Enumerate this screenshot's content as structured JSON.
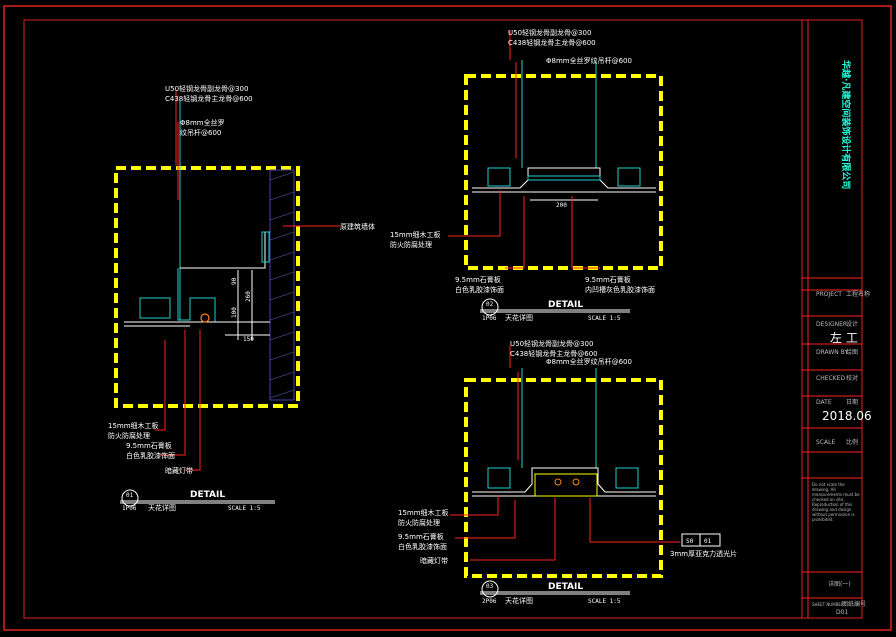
{
  "detail01": {
    "label_top1": "U50轻钢龙骨副龙骨@300",
    "label_top2": "C438轻钢龙骨主龙骨@600",
    "label_rod1": "Φ8mm全丝罗",
    "label_rod2": "纹吊杆@600",
    "label_wall": "原建筑墙体",
    "label_board1": "15mm细木工板",
    "label_board2": "防火防腐处理",
    "label_gyp1": "9.5mm石膏板",
    "label_gyp2": "白色乳胶漆饰面",
    "label_light": "暗藏灯带",
    "dim1": "90",
    "dim2": "260",
    "dim3": "100",
    "dim4": "150",
    "circle_top": "01",
    "circle_bottom": "1P06",
    "title": "DETAIL",
    "subtitle": "天花详图",
    "scale": "SCALE 1:5"
  },
  "detail02": {
    "label_top1": "U50轻钢龙骨副龙骨@300",
    "label_top2": "C438轻钢龙骨主龙骨@600",
    "label_rod": "Φ8mm全丝罗纹吊杆@600",
    "label_board1": "15mm细木工板",
    "label_board2": "防火防腐处理",
    "label_gyp_l1": "9.5mm石膏板",
    "label_gyp_l2": "白色乳胶漆饰面",
    "label_gyp_r1": "9.5mm石膏板",
    "label_gyp_r2": "内凹槽灰色乳胶漆饰面",
    "dim": "200",
    "circle_top": "02",
    "circle_bottom": "1P06",
    "title": "DETAIL",
    "subtitle": "天花详图",
    "scale": "SCALE 1:5"
  },
  "detail03": {
    "label_top1": "U50轻钢龙骨副龙骨@300",
    "label_top2": "C438轻钢龙骨主龙骨@600",
    "label_rod": "Φ8mm全丝罗纹吊杆@600",
    "label_board1": "15mm细木工板",
    "label_board2": "防火防腐处理",
    "label_gyp1": "9.5mm石膏板",
    "label_gyp2": "白色乳胶漆饰面",
    "label_light": "暗藏灯带",
    "tag1": "S0",
    "tag2": "01",
    "label_acrylic": "3mm厚亚克力透光片",
    "circle_top": "03",
    "circle_bottom": "2P06",
    "title": "DETAIL",
    "subtitle": "天花详图",
    "scale": "SCALE 1:5"
  },
  "title_block": {
    "company": "华越·凡建空间装饰设计有限公司",
    "project_label": "PROJECT",
    "project_value": "工程名称",
    "designer_label": "DESIGNER",
    "designer_value": "设计",
    "drawing_value": "左 工",
    "drawn_label": "DRAWN BY",
    "drawn_value": "绘图",
    "checked_label": "CHECKED",
    "checked_value": "校对",
    "date_label": "DATE",
    "date_label_cn": "日期",
    "date_value": "2018.06",
    "scale_label": "SCALE",
    "scale_cn": "比例",
    "note_en": "Do not scale the drawing. All measurements must be checked on site. Reproduction of this drawing and design without permission is prohibited.",
    "sheet_name": "详图(一)",
    "sheet_label": "SHEET NUMBER",
    "sheet_cn": "图纸编号",
    "sheet_no": "D01"
  }
}
